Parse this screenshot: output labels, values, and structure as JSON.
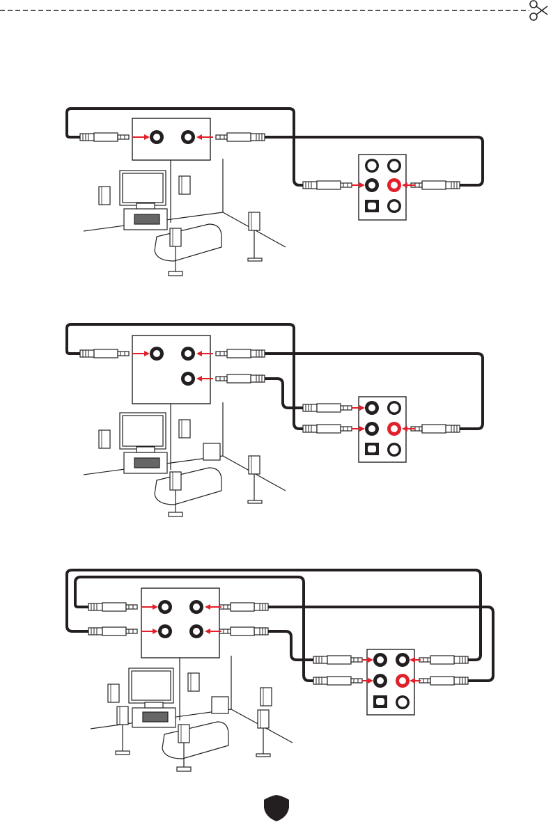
{
  "page": {
    "background": "#ffffff",
    "line_color": "#231f20",
    "accent_color": "#e0202a",
    "jack_fill": "#ffffff"
  },
  "header": {
    "icon": "scissors-icon"
  },
  "diagrams": [
    {
      "id": "2-channel",
      "speaker_jacks": 2,
      "board_jacks_used": 2
    },
    {
      "id": "4-channel",
      "speaker_jacks": 3,
      "board_jacks_used": 3
    },
    {
      "id": "8-channel",
      "speaker_jacks": 4,
      "board_jacks_used": 4
    }
  ],
  "footer": {
    "icon": "shield-logo-icon"
  }
}
